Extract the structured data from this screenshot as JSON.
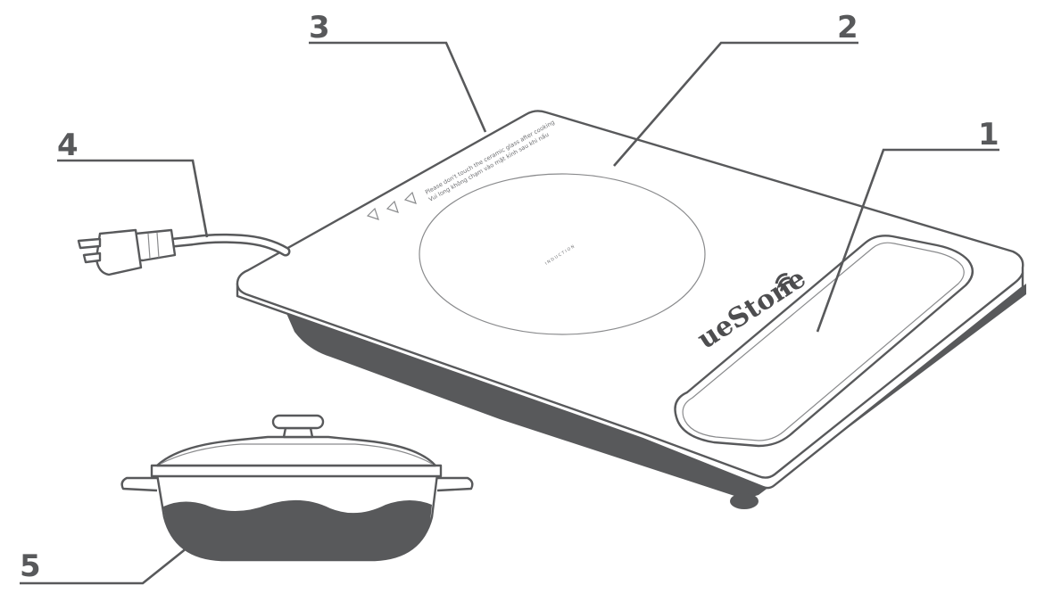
{
  "callouts": {
    "c1": "1",
    "c2": "2",
    "c3": "3",
    "c4": "4",
    "c5": "5"
  },
  "brand": "ueStone",
  "cooking_zone_label": "INDUCTION",
  "warning_text_line1": "Please don't touch the ceramic glass after cooking",
  "warning_text_line2": "Vui long không chạm vào mặt kính sau khi nấu",
  "colors": {
    "line": "#58595b",
    "fill_dark": "#58595b",
    "background": "#ffffff"
  }
}
